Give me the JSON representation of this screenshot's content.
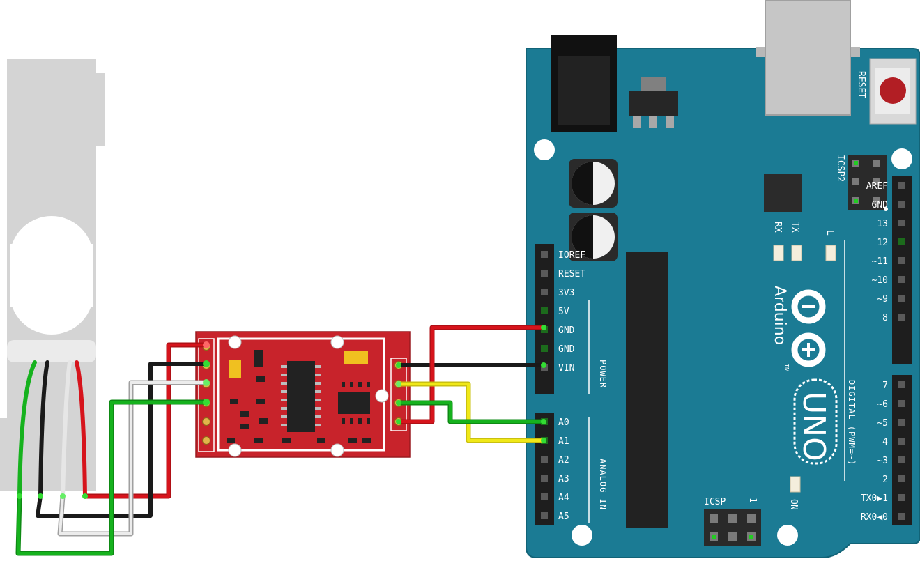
{
  "colors": {
    "board": "#1b7b94",
    "board_edge": "#126377",
    "hx711": "#c8232b",
    "loadcell": "#d4d4d4",
    "wire_red": "#d6141c",
    "wire_black": "#1a1a1a",
    "wire_white": "#e6e6e6",
    "wire_green": "#16b21e",
    "wire_yellow": "#f0e818"
  },
  "arduino": {
    "reset_label": "RESET",
    "icsp2_label": "ICSP2",
    "icsp_label": "ICSP",
    "icsp_pin1": "1",
    "rx_label": "RX",
    "tx_label": "TX",
    "l_label": "L",
    "on_label": "ON",
    "brand_name": "Arduino",
    "tm": "TM",
    "model": "UNO",
    "power_header": "POWER",
    "analog_header": "ANALOG IN",
    "digital_header": "DIGITAL (PWM=~)",
    "power_pins": [
      "IOREF",
      "RESET",
      "3V3",
      "5V",
      "GND",
      "GND",
      "VIN"
    ],
    "analog_pins": [
      "A0",
      "A1",
      "A2",
      "A3",
      "A4",
      "A5"
    ],
    "digital_top_pins": [
      "AREF",
      "GND",
      "13",
      "12",
      "~11",
      "~10",
      "~9",
      "8"
    ],
    "digital_bottom_pins": [
      "7",
      "~6",
      "~5",
      "4",
      "~3",
      "2",
      "TX0▶1",
      "RX0◀0"
    ]
  }
}
